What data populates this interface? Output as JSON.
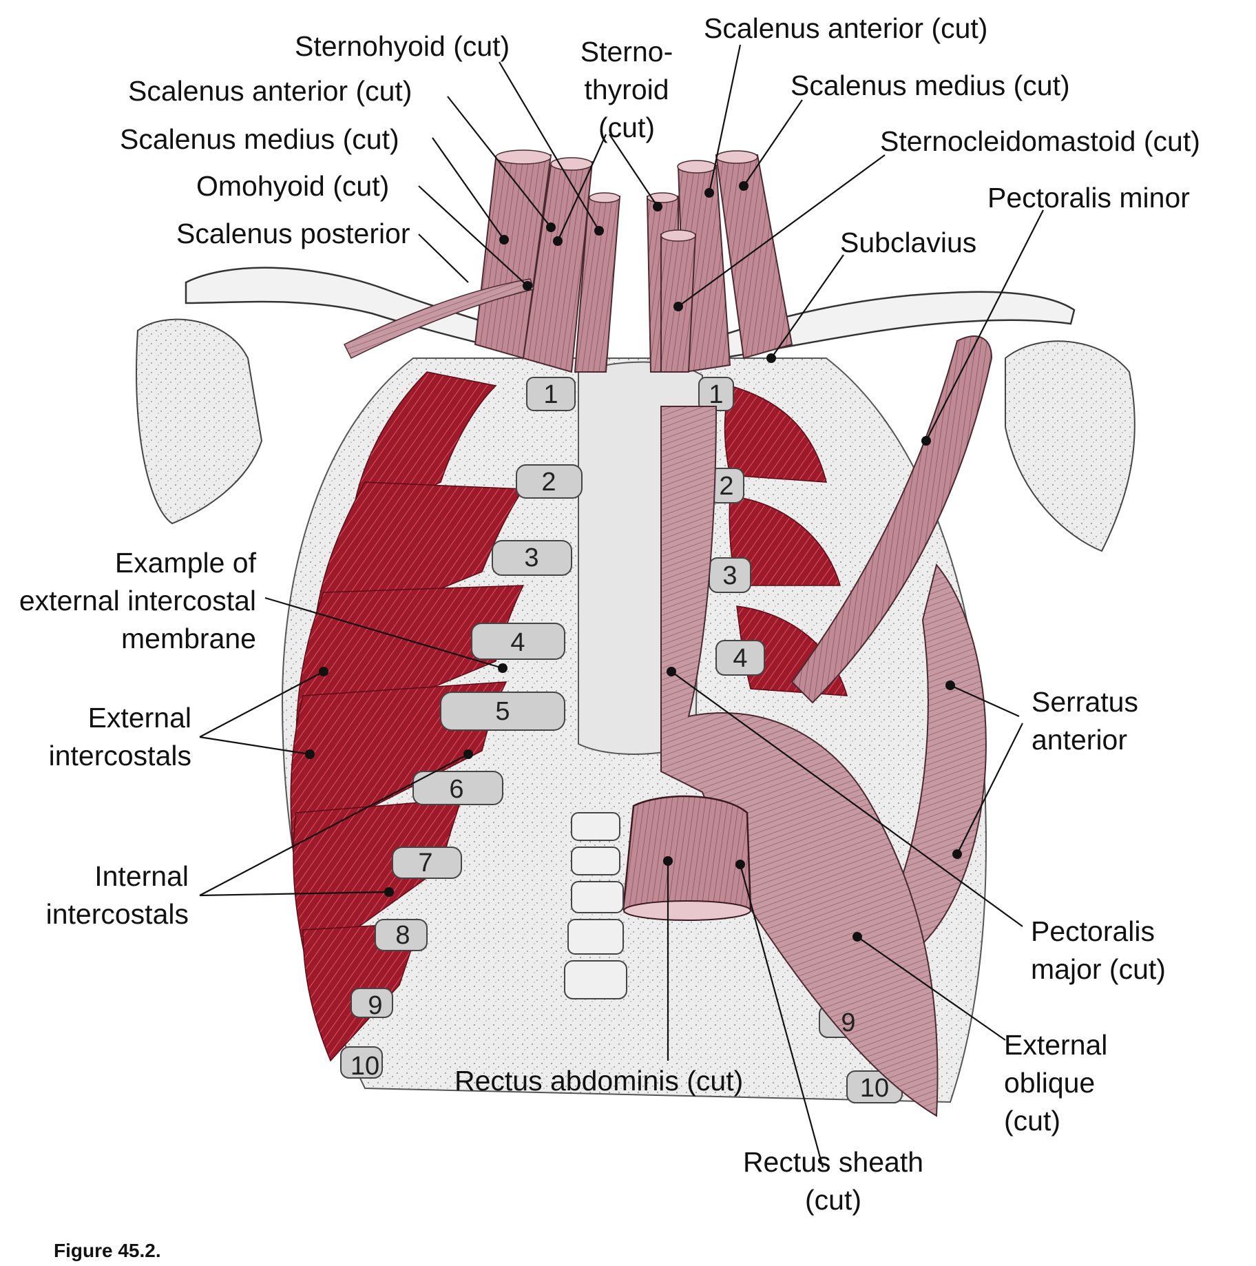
{
  "caption": "Figure 45.2.",
  "labels": {
    "sternohyoid": "Sternohyoid (cut)",
    "sternothyroid": "Sterno-\nthyroid\n(cut)",
    "scalenus_anterior_left": "Scalenus anterior (cut)",
    "scalenus_medius_left": "Scalenus medius (cut)",
    "omohyoid": "Omohyoid (cut)",
    "scalenus_posterior": "Scalenus posterior",
    "scalenus_anterior_right": "Scalenus anterior (cut)",
    "scalenus_medius_right": "Scalenus medius (cut)",
    "sternocleidomastoid": "Sternocleidomastoid (cut)",
    "pectoralis_minor": "Pectoralis minor",
    "subclavius": "Subclavius",
    "ext_intercostal_membrane": "Example of\nexternal intercostal\nmembrane",
    "external_intercostals": "External\nintercostals",
    "internal_intercostals": "Internal\nintercostals",
    "serratus_anterior": "Serratus\nanterior",
    "pectoralis_major": "Pectoralis\nmajor (cut)",
    "external_oblique": "External\noblique\n(cut)",
    "rectus_abdominis": "Rectus abdominis (cut)",
    "rectus_sheath": "Rectus sheath\n(cut)"
  },
  "rib_numbers_left": [
    "1",
    "2",
    "3",
    "4",
    "5",
    "6",
    "7",
    "8",
    "9",
    "10"
  ],
  "rib_numbers_right": [
    "1",
    "2",
    "3",
    "4",
    "9",
    "10"
  ],
  "colors": {
    "muscle_red": "#b0182a",
    "muscle_pink": "#c89aa2",
    "bone": "#ececec",
    "cartilage": "#c9c9c9",
    "leader": "#111111"
  }
}
